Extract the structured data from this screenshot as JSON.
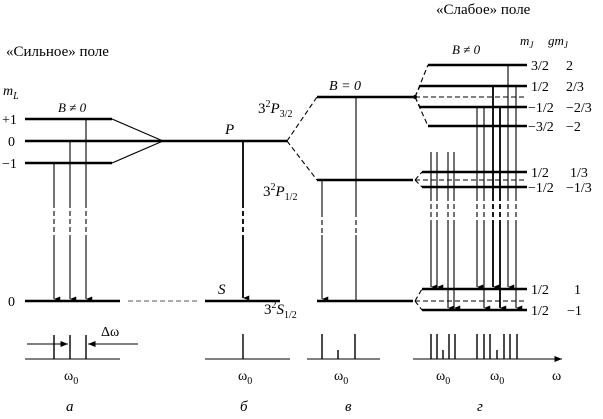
{
  "panels": {
    "a": {
      "caption": "а",
      "title": "«Сильное» поле",
      "axis_label": "m",
      "axis_label_sub": "L",
      "field_label": "B ≠ 0",
      "upper_levels": [
        "+1",
        "0",
        "−1"
      ],
      "lower_level": "0",
      "spectrum_label": "ω",
      "spectrum_label_sub": "0",
      "delta_label": "Δω"
    },
    "b": {
      "caption": "б",
      "upper_label": "P",
      "lower_label": "S",
      "spectrum_label": "ω",
      "spectrum_label_sub": "0"
    },
    "v": {
      "caption": "в",
      "field_label": "B = 0",
      "p32": {
        "prefix": "3",
        "sup": "2",
        "main": "P",
        "sub": "3/2"
      },
      "p12": {
        "prefix": "3",
        "sup": "2",
        "main": "P",
        "sub": "1/2"
      },
      "s12": {
        "prefix": "3",
        "sup": "2",
        "main": "S",
        "sub": "1/2"
      },
      "spectrum_label": "ω",
      "spectrum_label_sub": "0"
    },
    "g": {
      "caption": "г",
      "title": "«Слабое» поле",
      "field_label": "B ≠ 0",
      "col_mj": "m",
      "col_mj_sub": "J",
      "col_gmj": "gm",
      "col_gmj_sub": "J",
      "p32_levels": [
        {
          "mj": "3/2",
          "gmj": "2"
        },
        {
          "mj": "1/2",
          "gmj": "2/3"
        },
        {
          "mj": "−1/2",
          "gmj": "−2/3"
        },
        {
          "mj": "−3/2",
          "gmj": "−2"
        }
      ],
      "p12_levels": [
        {
          "mj": "1/2",
          "gmj": "1/3"
        },
        {
          "mj": "−1/2",
          "gmj": "−1/3"
        }
      ],
      "s12_levels": [
        {
          "mj": "1/2",
          "gmj": "1"
        },
        {
          "mj": "1/2",
          "gmj": "−1"
        }
      ],
      "spectrum_label_1": "ω",
      "spectrum_label_1_sub": "0",
      "spectrum_label_2": "ω",
      "spectrum_label_2_sub": "0",
      "axis_label": "ω"
    }
  }
}
